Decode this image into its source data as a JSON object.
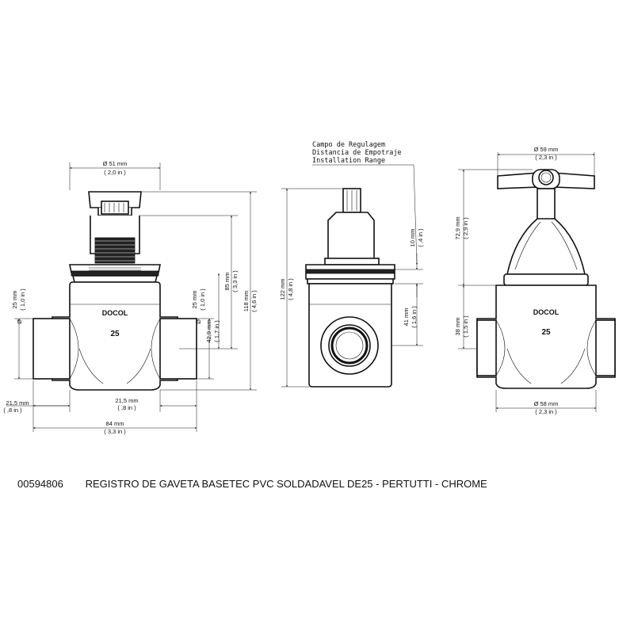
{
  "views": {
    "left": {
      "brand": "DOCOL",
      "size": "25",
      "dims": {
        "top_dia": {
          "mm": "Ø 51 mm",
          "in": "( 2,0 in )"
        },
        "body_h1": {
          "mm": "85 mm",
          "in": "( 3,3 in )"
        },
        "total_h": {
          "mm": "118 mm",
          "in": "( 4,6 in )"
        },
        "port_left": {
          "mm": "25 mm",
          "in": "( 1,0 in )"
        },
        "port_right": {
          "mm": "25 mm",
          "in": "( 1,0 in )"
        },
        "center_h": {
          "mm": "42,9 mm",
          "in": "( 1,7 in )"
        },
        "socket_left": {
          "mm": "21,5 mm",
          "in": "( ,8 in )"
        },
        "socket_right": {
          "mm": "21,5 mm",
          "in": "( ,8 in )"
        },
        "length": {
          "mm": "84 mm",
          "in": "( 3,3 in )"
        }
      }
    },
    "middle": {
      "note_lines": [
        "Campo de Regulagem",
        "Distancia de Empotraje",
        "Installation Range"
      ],
      "dims": {
        "total_h": {
          "mm": "122 mm",
          "in": "( 4,8 in )"
        },
        "range": {
          "mm": "10 mm",
          "in": "( ,4 in )"
        },
        "lower_h": {
          "mm": "41 mm",
          "in": "( 1,6 in )"
        }
      }
    },
    "right": {
      "brand": "DOCOL",
      "size": "25",
      "dims": {
        "handle_dia": {
          "mm": "Ø 59 mm",
          "in": "( 2,3 in )"
        },
        "handle_h": {
          "mm": "72,9 mm",
          "in": "( 2,9 in )"
        },
        "center_h": {
          "mm": "38 mm",
          "in": "( 1,5 in )"
        },
        "base_dia": {
          "mm": "Ø 58 mm",
          "in": "( 2,3 in )"
        }
      }
    }
  },
  "caption": {
    "code": "00594806",
    "description": "REGISTRO DE GAVETA BASETEC PVC SOLDADAVEL DE25 - PERTUTTI - CHROME"
  }
}
